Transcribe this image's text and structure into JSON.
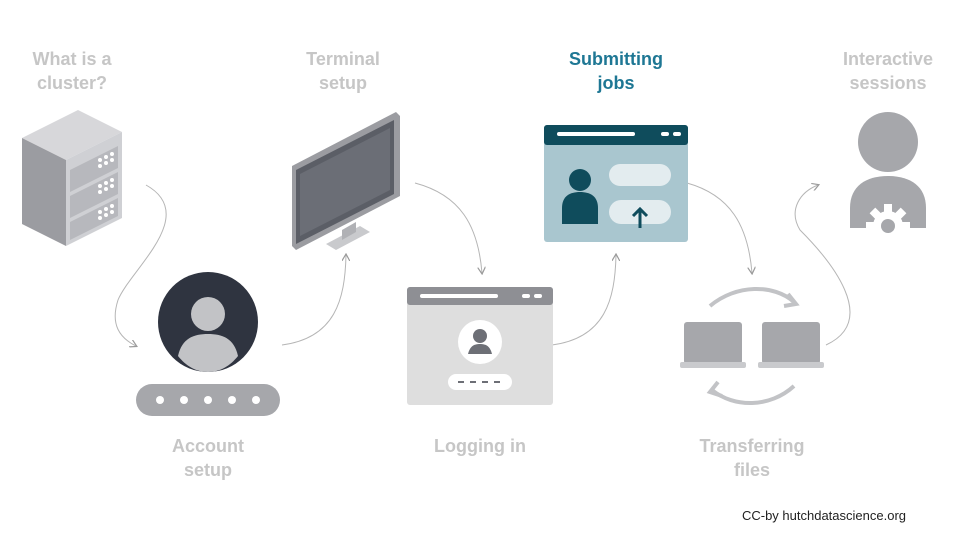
{
  "steps": {
    "cluster": {
      "line1": "What is a",
      "line2": "cluster?"
    },
    "account": {
      "line1": "Account",
      "line2": "setup"
    },
    "terminal": {
      "line1": "Terminal",
      "line2": "setup"
    },
    "login": {
      "line1": "Logging in"
    },
    "submit": {
      "line1": "Submitting",
      "line2": "jobs"
    },
    "transfer": {
      "line1": "Transferring",
      "line2": "files"
    },
    "interactive": {
      "line1": "Interactive",
      "line2": "sessions"
    }
  },
  "active_step": "submit",
  "colors": {
    "active": "#1e7794",
    "inactive": "#c6c6c6",
    "icon_gray": "#a6a7ab",
    "dark": "#2f3440",
    "teal_panel": "#a9c6cf",
    "teal_dark": "#0f4c5c"
  },
  "credit": "CC-by hutchdatascience.org"
}
